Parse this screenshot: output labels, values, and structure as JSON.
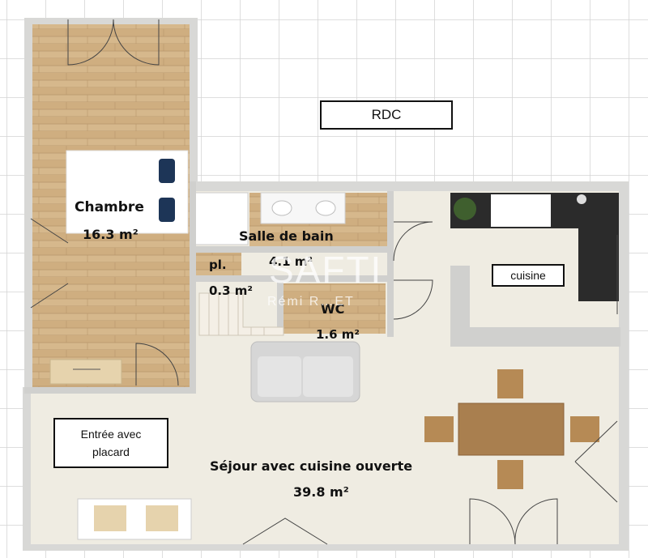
{
  "floor_label": "RDC",
  "rooms": {
    "chambre": {
      "name": "Chambre",
      "area": "16.3 m²"
    },
    "salle_de_bain": {
      "name": "Salle de bain",
      "area": "4.1 m²"
    },
    "placard": {
      "name": "pl.",
      "area": "0.3 m²"
    },
    "wc": {
      "name": "WC",
      "area": "1.6 m²"
    },
    "cuisine": {
      "name": "cuisine"
    },
    "entree": {
      "line1": "Entrée avec",
      "line2": "placard"
    },
    "sejour": {
      "name": "Séjour avec cuisine ouverte",
      "area": "39.8 m²"
    }
  },
  "watermark": {
    "brand": "SAFTI",
    "agent": "Rémi R…ET"
  },
  "colors": {
    "wood": "#d2b48a",
    "floor": "#efece2",
    "wall": "#d8d8d6",
    "grid": "#d4d4d4",
    "kitchen_black": "#2b2b2b"
  }
}
